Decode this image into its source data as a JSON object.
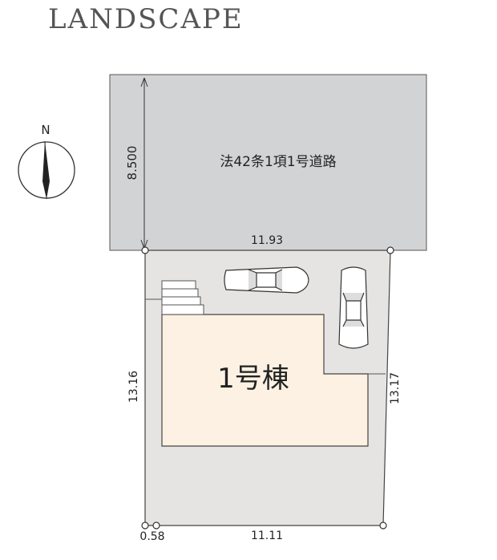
{
  "title": "LANDSCAPE",
  "compass": {
    "label": "N",
    "icon": "north-arrow-icon"
  },
  "road": {
    "label": "法42条1項1号道路",
    "width_label": "8.500"
  },
  "building": {
    "label": "1号棟"
  },
  "dimensions": {
    "top": "11.93",
    "left": "13.16",
    "right": "13.17",
    "bottom": "11.11",
    "bottom_left": "0.58"
  },
  "colors": {
    "road": "#d2d3d5",
    "lot": "#e6e4e3",
    "building": "#fcf1e2",
    "line": "#444444"
  },
  "cars": {
    "count": 2,
    "icon": "car-icon"
  }
}
